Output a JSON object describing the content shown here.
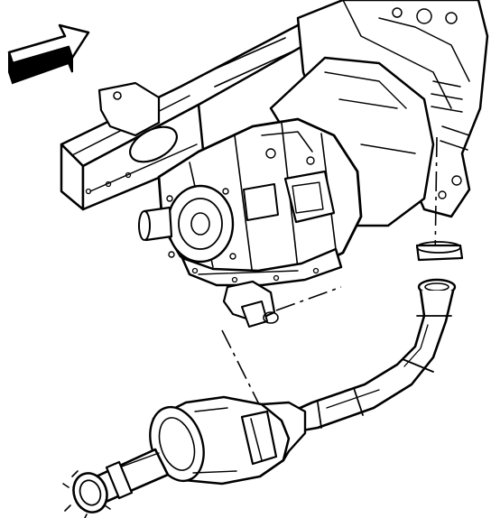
{
  "diagram": {
    "direction_indicator": "front-of-vehicle-arrow-icon",
    "parts": [
      "frame-rail",
      "transmission",
      "catalytic-converter",
      "exhaust-pipe",
      "exhaust-seal",
      "exhaust-hanger"
    ]
  },
  "colors": {
    "ink": "#000000",
    "paper": "#ffffff"
  }
}
